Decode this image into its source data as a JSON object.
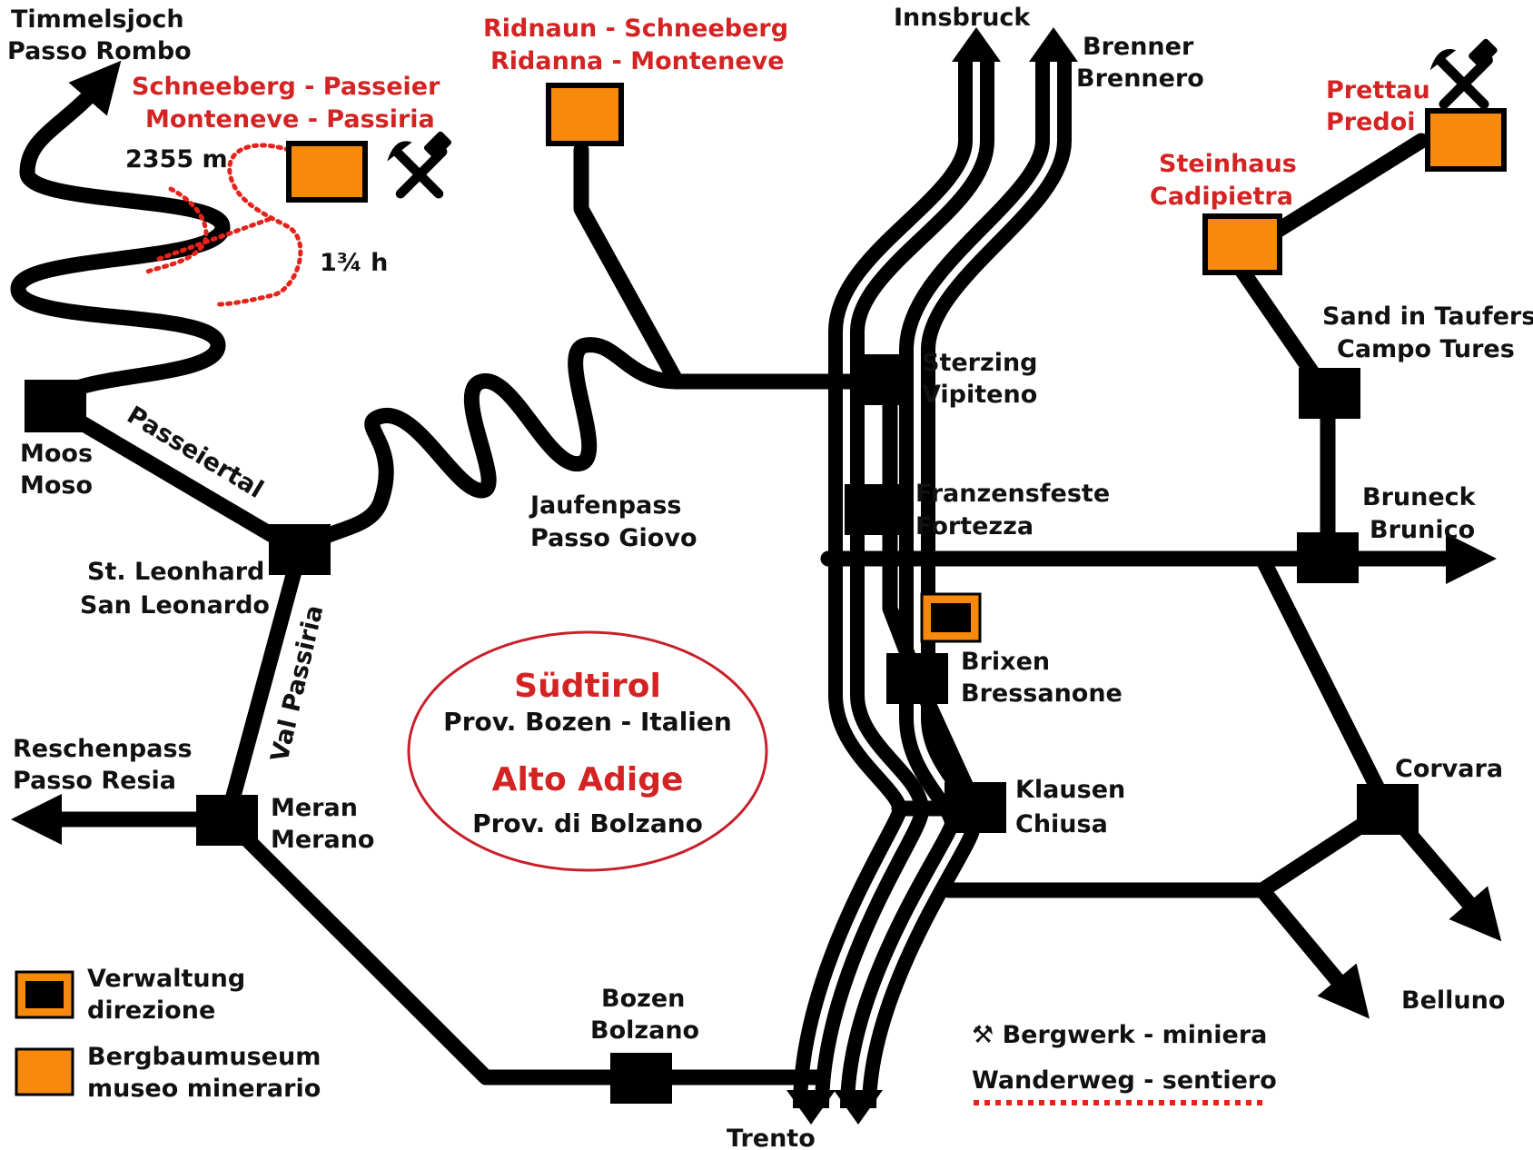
{
  "colors": {
    "road": "#000000",
    "museum": "#f7890c",
    "highlight_text": "#d42323",
    "trail": "#e5231b"
  },
  "center": {
    "title_de": "Südtirol",
    "subtitle_de": "Prov. Bozen - Italien",
    "title_it": "Alto Adige",
    "subtitle_it": "Prov. di Bolzano"
  },
  "places": {
    "timmelsjoch": "Timmelsjoch",
    "passo_rombo": "Passo Rombo",
    "moos": "Moos",
    "moso": "Moso",
    "st_leonhard": "St. Leonhard",
    "san_leonardo": "San Leonardo",
    "reschenpass": "Reschenpass",
    "passo_resia": "Passo Resia",
    "meran": "Meran",
    "merano": "Merano",
    "jaufenpass": "Jaufenpass",
    "passo_giovo": "Passo Giovo",
    "innsbruck": "Innsbruck",
    "brenner": "Brenner",
    "brennero": "Brennero",
    "sterzing": "Sterzing",
    "vipiteno": "Vipiteno",
    "franzensfeste": "Franzensfeste",
    "fortezza": "Fortezza",
    "brixen": "Brixen",
    "bressanone": "Bressanone",
    "klausen": "Klausen",
    "chiusa": "Chiusa",
    "bozen": "Bozen",
    "bolzano": "Bolzano",
    "trento": "Trento",
    "sand_in_taufers": "Sand in Taufers",
    "campo_tures": "Campo Tures",
    "bruneck": "Bruneck",
    "brunico": "Brunico",
    "corvara": "Corvara",
    "belluno": "Belluno"
  },
  "roads": {
    "passeiertal": "Passeiertal",
    "val_passiria": "Val Passiria"
  },
  "museums": {
    "schneeberg_passeier_1": "Schneeberg - Passeier",
    "schneeberg_passeier_2": "Monteneve - Passiria",
    "ridnaun_1": "Ridnaun - Schneeberg",
    "ridnaun_2": "Ridanna - Monteneve",
    "prettau": "Prettau",
    "predoi": "Predoi",
    "steinhaus": "Steinhaus",
    "cadipietra": "Cadipietra"
  },
  "annotations": {
    "altitude": "2355 m",
    "hiking_time": "1¾ h"
  },
  "icons": {
    "mine": "hammer-and-pick-icon"
  },
  "legend": {
    "admin_1": "Verwaltung",
    "admin_2": "direzione",
    "museum_1": "Bergbaumuseum",
    "museum_2": "museo minerario",
    "mine_label": "⚒ Bergwerk - miniera",
    "trail_label": "Wanderweg - sentiero"
  }
}
